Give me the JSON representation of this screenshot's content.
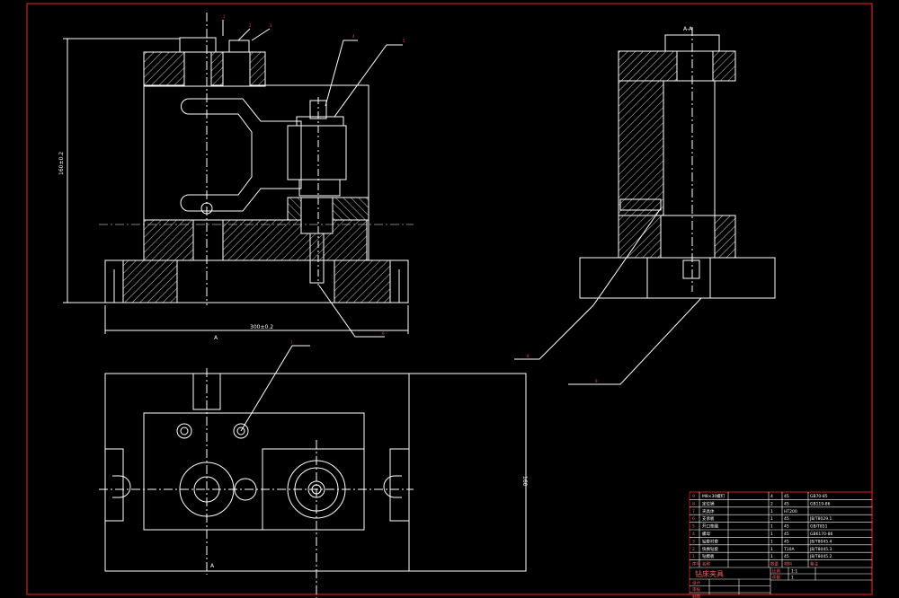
{
  "drawing": {
    "section_label": "A-A",
    "section_marker_top": "A",
    "section_marker_bottom": "A",
    "dim_height": "160±0.2",
    "dim_width": "300±0.2",
    "dim_plan": "160",
    "callouts": [
      "1",
      "2",
      "3",
      "4",
      "5",
      "6",
      "7",
      "8",
      "9"
    ]
  },
  "title_block": {
    "bom_rows": [
      {
        "no": "9",
        "name": "M8×30螺钉",
        "qty": "4",
        "mat": "45",
        "std": "GB70-85"
      },
      {
        "no": "8",
        "name": "定位销",
        "qty": "2",
        "mat": "45",
        "std": "GB119-86"
      },
      {
        "no": "7",
        "name": "夹具体",
        "qty": "1",
        "mat": "HT200",
        "std": ""
      },
      {
        "no": "6",
        "name": "支承板",
        "qty": "1",
        "mat": "45",
        "std": "JB/T8029.1"
      },
      {
        "no": "5",
        "name": "开口垫圈",
        "qty": "1",
        "mat": "45",
        "std": "GB/T851"
      },
      {
        "no": "4",
        "name": "螺母",
        "qty": "1",
        "mat": "45",
        "std": "GB6170-86"
      },
      {
        "no": "3",
        "name": "钻套衬套",
        "qty": "1",
        "mat": "45",
        "std": "JB/T8045.4"
      },
      {
        "no": "2",
        "name": "快换钻套",
        "qty": "1",
        "mat": "T10A",
        "std": "JB/T8045.3"
      },
      {
        "no": "1",
        "name": "钻模板",
        "qty": "1",
        "mat": "45",
        "std": "JB/T8045.2"
      }
    ],
    "header": {
      "no": "序号",
      "name": "名称",
      "qty": "数量",
      "mat": "材料",
      "std": "备注"
    },
    "drawing_title": "钻床夹具",
    "scale_label": "比例",
    "scale_value": "1:1",
    "sheet_label": "件数",
    "sheet_value": "1",
    "rows_left": [
      "设计",
      "审核",
      "制图"
    ]
  }
}
